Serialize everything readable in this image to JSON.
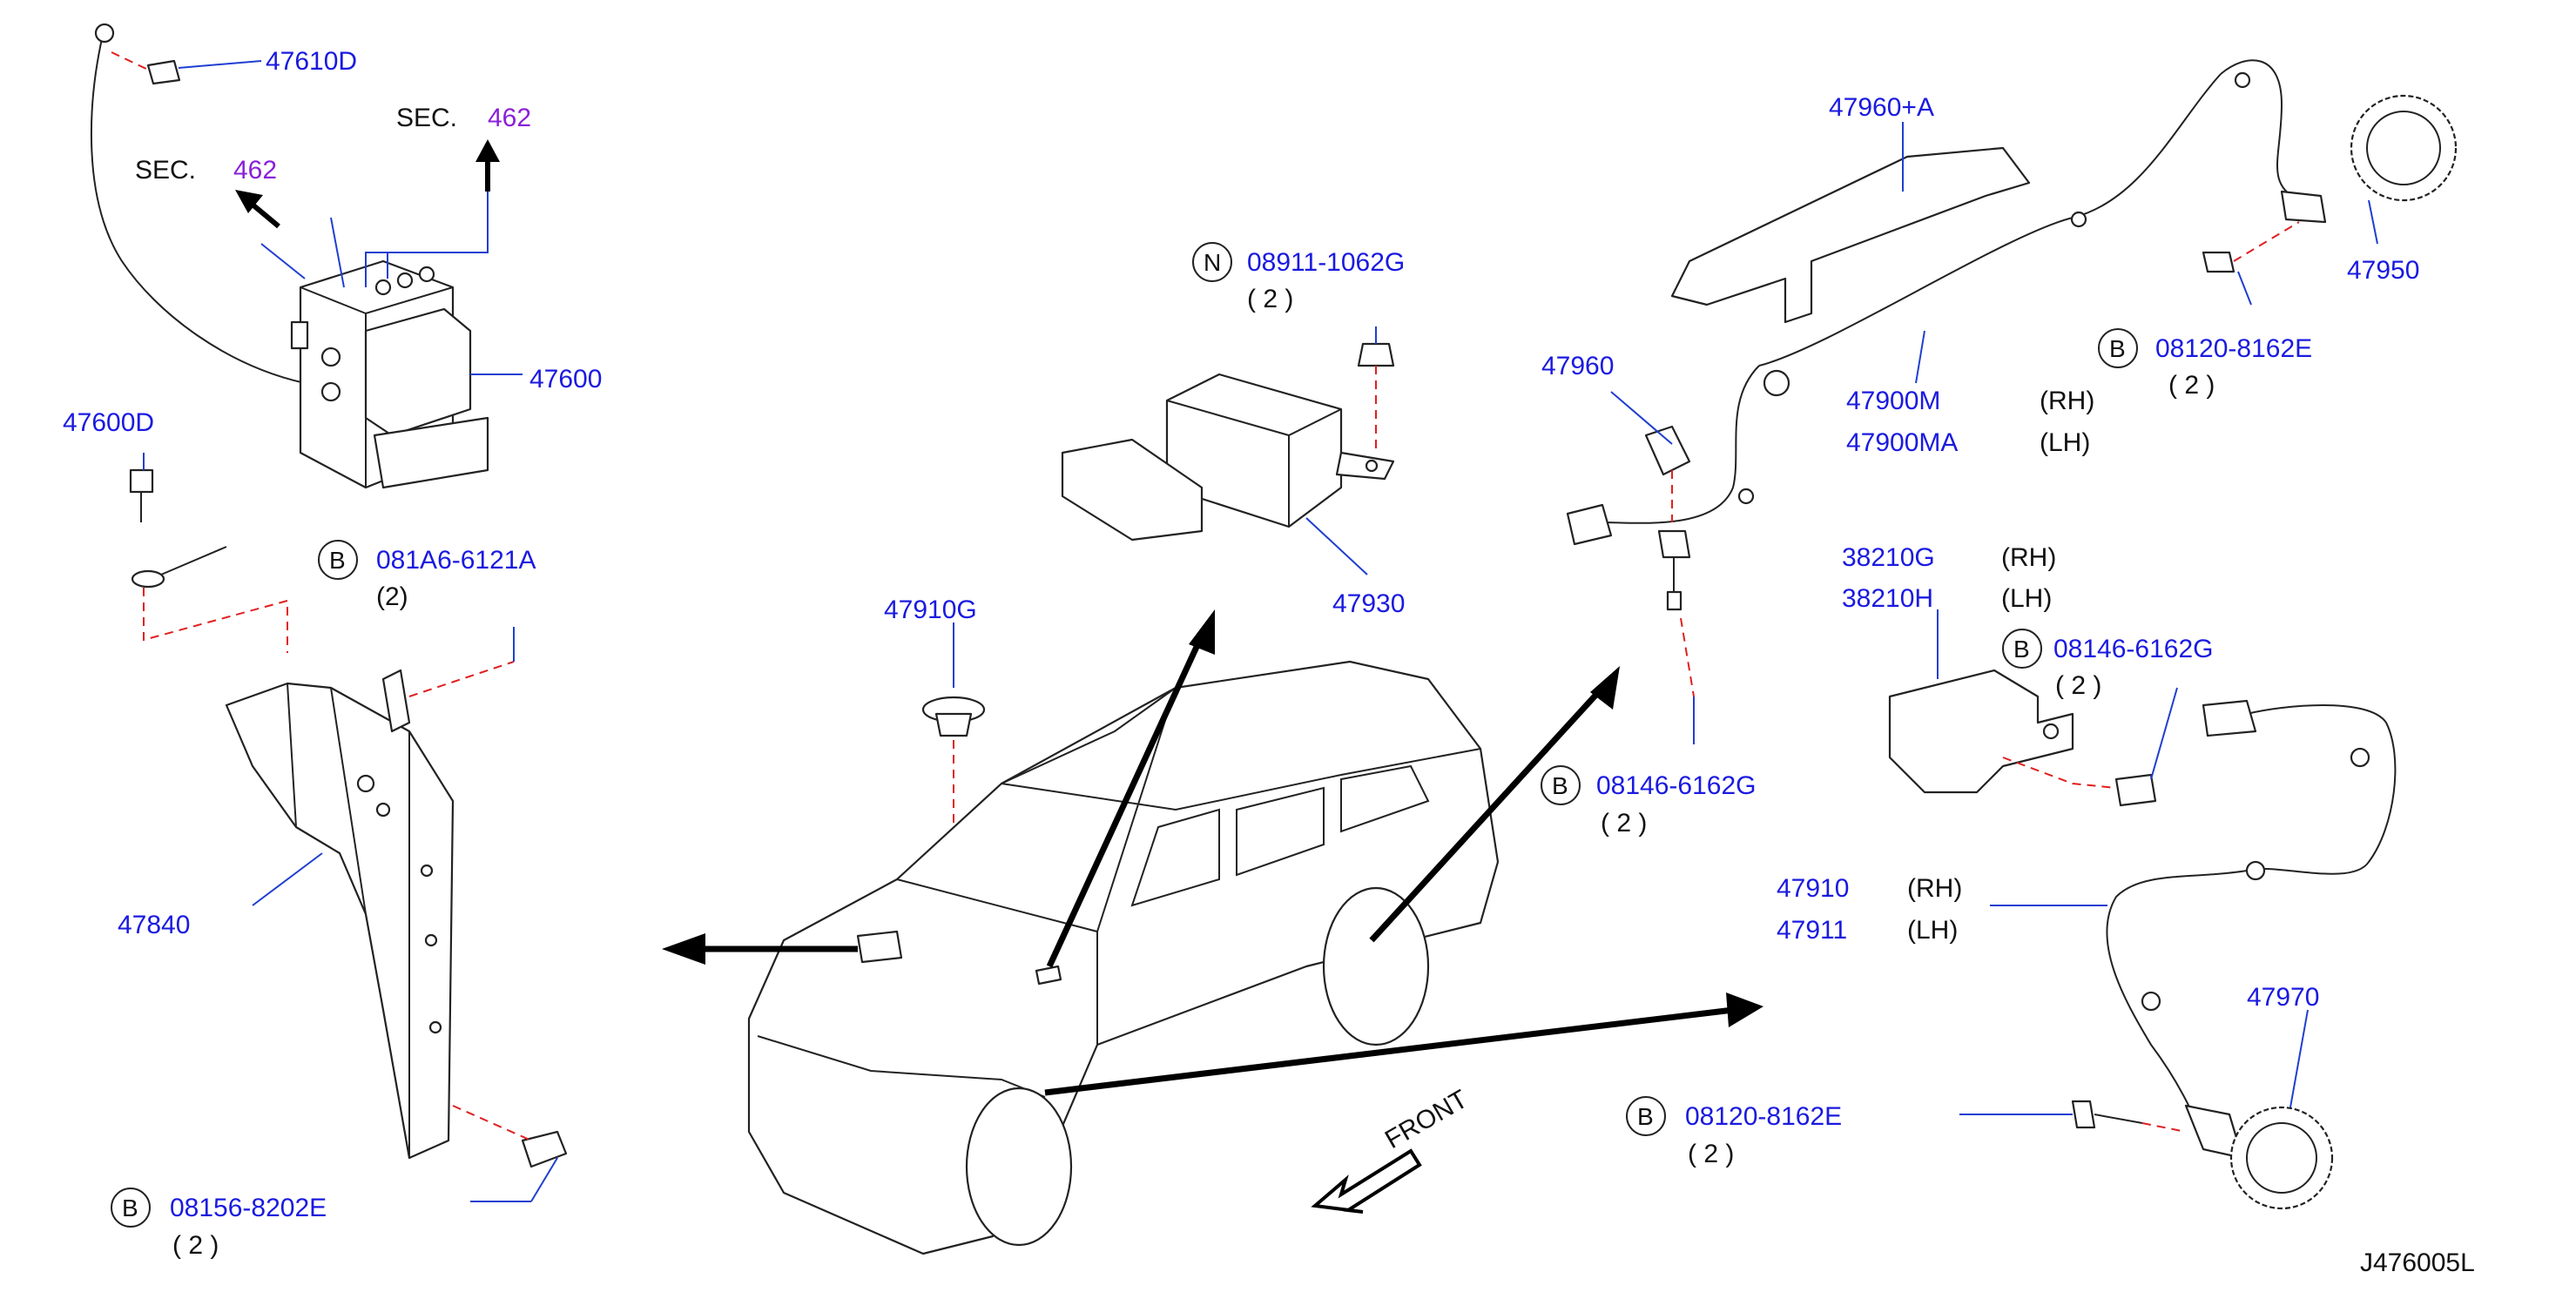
{
  "colors": {
    "part_number": "#1a1ae0",
    "section_ref": "#8a20d8",
    "leader": "#1f3fd0",
    "mating_dash": "#e02020",
    "text": "#111111"
  },
  "diagram_code": "J476005L",
  "front_label": "FRONT",
  "sec_refs": [
    {
      "prefix": "SEC.",
      "num": "462"
    },
    {
      "prefix": "SEC.",
      "num": "462"
    }
  ],
  "parts": {
    "p47610d": "47610D",
    "p47600": "47600",
    "p47600d": "47600D",
    "p081a6": "081A6-6121A",
    "p081a6_qty": "(2)",
    "p47840": "47840",
    "p08156": "08156-8202E",
    "p08156_qty": "( 2 )",
    "p47910g": "47910G",
    "p08911": "08911-1062G",
    "p08911_qty": "( 2 )",
    "p47930": "47930",
    "p47960a": "47960+A",
    "p47960": "47960",
    "p47950": "47950",
    "p08120a": "08120-8162E",
    "p08120a_qty": "( 2 )",
    "p47900m": "47900M",
    "p47900m_side": "(RH)",
    "p47900ma": "47900MA",
    "p47900ma_side": "(LH)",
    "p38210g": "38210G",
    "p38210g_side": "(RH)",
    "p38210h": "38210H",
    "p38210h_side": "(LH)",
    "p08146a": "08146-6162G",
    "p08146a_qty": "( 2 )",
    "p08146b": "08146-6162G",
    "p08146b_qty": "( 2 )",
    "p47910": "47910",
    "p47910_side": "(RH)",
    "p47911": "47911",
    "p47911_side": "(LH)",
    "p47970": "47970",
    "p08120b": "08120-8162E",
    "p08120b_qty": "( 2 )"
  },
  "circle_letters": {
    "b": "B",
    "n": "N"
  }
}
